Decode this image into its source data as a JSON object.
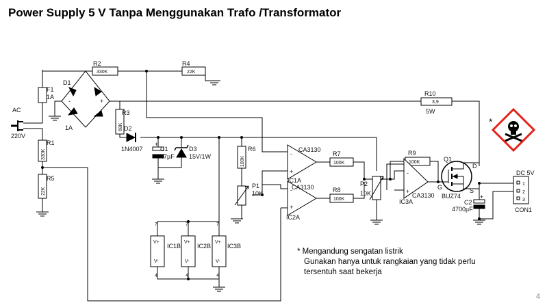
{
  "title": "Power Supply 5 V Tanpa Menggunakan Trafo /Transformator",
  "labels": {
    "ac": "AC",
    "v220": "220V",
    "f1": "F1",
    "f1_val": "1A",
    "d1": "D1",
    "d1_val": "1A",
    "r1": "R1",
    "r1_val": "330K",
    "r5": "R5",
    "r5_val": "22K",
    "r2": "R2",
    "r2_val": "330K",
    "r4": "R4",
    "r4_val": "22K",
    "r3": "R3",
    "r3_val": "68K",
    "d2": "D2",
    "d2_val": "1N4007",
    "c1": "C1",
    "c1_val": "47µF",
    "d3": "D3",
    "d3_val": "15V/1W",
    "r6": "R6",
    "r6_val": "100K",
    "p1": "P1",
    "p1_val": "10K",
    "ic1a_part": "CA3130",
    "ic1a": "IC1A",
    "ic2a_part": "CA3130",
    "ic2a": "IC2A",
    "r7": "R7",
    "r7_val": "100K",
    "r8": "R8",
    "r8_val": "100K",
    "p2": "P2",
    "p2_val": "10K",
    "r9": "R9",
    "r9_val": "100K",
    "ic3a_part": "CA3130",
    "ic3a": "IC3A",
    "r10": "R10",
    "r10_val": "3,9",
    "r10_w": "5W",
    "q1": "Q1",
    "q1_part": "BUZ74",
    "q1_g": "G",
    "q1_d": "D",
    "q1_s": "S",
    "c2": "C2",
    "c2_val": "4700µF",
    "dc5v": "DC 5V",
    "con1": "CON1",
    "pin1": "1",
    "pin2": "2",
    "pin3": "3",
    "ic1b": "IC1B",
    "ic2b": "IC2B",
    "ic3b": "IC3B",
    "pin7": "7",
    "pin4": "4",
    "vplus": "V+",
    "vminus": "V-",
    "plus": "+",
    "minus": "-",
    "asterisk": "*"
  },
  "note": {
    "line1": "* Mengandung sengatan listrik",
    "line2": "Gunakan hanya untuk rangkaian yang tidak perlu",
    "line3": "tersentuh saat bekerja"
  },
  "page_number": "4",
  "colors": {
    "warning_border": "#e2231a",
    "warning_fill": "#ffffff",
    "wire": "#000000"
  },
  "icons": {
    "warning": "skull-crossbones-icon"
  }
}
